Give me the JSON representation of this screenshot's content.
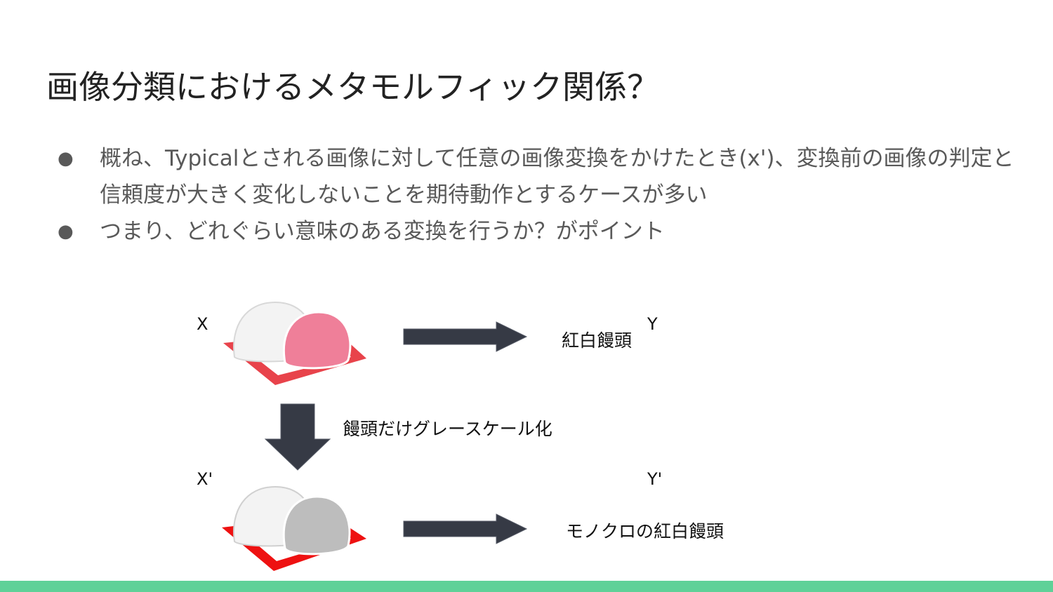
{
  "slide": {
    "title": "画像分類におけるメタモルフィック関係？",
    "bullets": [
      "概ね、Typicalとされる画像に対して任意の画像変換をかけたとき(x')、変換前の画像の判定と信頼度が大きく変化しないことを期待動作とするケースが多い",
      "つまり、どれぐらい意味のある変換を行うか？がポイント"
    ],
    "bullet_marker": "●"
  },
  "diagram": {
    "label_x": "X",
    "label_y": "Y",
    "label_x_prime": "X'",
    "label_y_prime": "Y'",
    "output_original": "紅白饅頭",
    "transform_label": "饅頭だけグレースケール化",
    "output_transformed": "モノクロの紅白饅頭",
    "colors": {
      "arrow": "#363a45",
      "tray": "#e8434b",
      "tray_bw": "#ee1111",
      "pink_manju": "#ef7f99",
      "white_manju": "#f3f3f3",
      "gray_manju": "#bdbdbd",
      "footer": "#5fd198"
    }
  }
}
